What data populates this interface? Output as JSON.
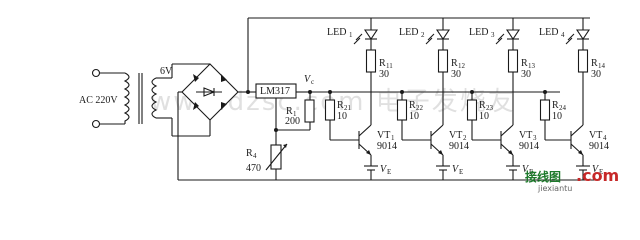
{
  "source": {
    "label": "AC 220V",
    "transformer_secondary": "6V"
  },
  "regulator": {
    "label": "LM317",
    "node_label": "V",
    "node_sub": "c"
  },
  "r1": {
    "name": "R",
    "sub": "1",
    "value": "200"
  },
  "r4": {
    "name": "R",
    "sub": "4",
    "value": "470"
  },
  "channels": [
    {
      "led": "LED",
      "led_sub": "1",
      "r_top": "R",
      "r_top_sub": "11",
      "r_top_val": "30",
      "r_base": "R",
      "r_base_sub": "21",
      "r_base_val": "10",
      "vt": "VT",
      "vt_sub": "1",
      "vt_model": "9014",
      "v": "V",
      "v_sub": "E"
    },
    {
      "led": "LED",
      "led_sub": "2",
      "r_top": "R",
      "r_top_sub": "12",
      "r_top_val": "30",
      "r_base": "R",
      "r_base_sub": "22",
      "r_base_val": "10",
      "vt": "VT",
      "vt_sub": "2",
      "vt_model": "9014",
      "v": "V",
      "v_sub": "E"
    },
    {
      "led": "LED",
      "led_sub": "3",
      "r_top": "R",
      "r_top_sub": "13",
      "r_top_val": "30",
      "r_base": "R",
      "r_base_sub": "23",
      "r_base_val": "10",
      "vt": "VT",
      "vt_sub": "3",
      "vt_model": "9014",
      "v": "V",
      "v_sub": "E"
    },
    {
      "led": "LED",
      "led_sub": "4",
      "r_top": "R",
      "r_top_sub": "14",
      "r_top_val": "30",
      "r_base": "R",
      "r_base_sub": "24",
      "r_base_val": "10",
      "vt": "VT",
      "vt_sub": "4",
      "vt_model": "9014",
      "v": "V",
      "v_sub": "E"
    }
  ],
  "watermark": "www.dzsc.com 电子发烧友",
  "logo": {
    "cn": "接线图",
    "com": ".com",
    "url": "jiexiantu"
  }
}
